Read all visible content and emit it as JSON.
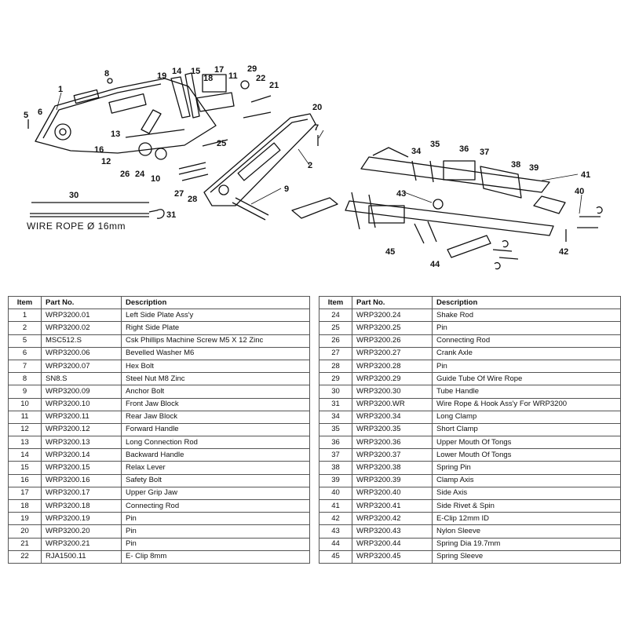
{
  "diagram": {
    "wire_rope_label": "WIRE ROPE Ø 16mm",
    "callouts": [
      "1",
      "2",
      "5",
      "6",
      "7",
      "8",
      "9",
      "10",
      "11",
      "12",
      "13",
      "14",
      "15",
      "16",
      "17",
      "18",
      "19",
      "20",
      "21",
      "22",
      "24",
      "25",
      "26",
      "27",
      "28",
      "29",
      "30",
      "31",
      "34",
      "35",
      "36",
      "37",
      "38",
      "39",
      "40",
      "41",
      "42",
      "43",
      "44",
      "45"
    ]
  },
  "table": {
    "headers": [
      "Item",
      "Part No.",
      "Description"
    ],
    "left_rows": [
      [
        "1",
        "WRP3200.01",
        "Left Side Plate Ass'y"
      ],
      [
        "2",
        "WRP3200.02",
        "Right Side Plate"
      ],
      [
        "5",
        "MSC512.S",
        "Csk Phillips Machine Screw M5 X 12 Zinc"
      ],
      [
        "6",
        "WRP3200.06",
        "Bevelled Washer M6"
      ],
      [
        "7",
        "WRP3200.07",
        "Hex Bolt"
      ],
      [
        "8",
        "SN8.S",
        "Steel Nut M8 Zinc"
      ],
      [
        "9",
        "WRP3200.09",
        "Anchor Bolt"
      ],
      [
        "10",
        "WRP3200.10",
        "Front Jaw Block"
      ],
      [
        "11",
        "WRP3200.11",
        "Rear Jaw Block"
      ],
      [
        "12",
        "WRP3200.12",
        "Forward Handle"
      ],
      [
        "13",
        "WRP3200.13",
        "Long Connection Rod"
      ],
      [
        "14",
        "WRP3200.14",
        "Backward Handle"
      ],
      [
        "15",
        "WRP3200.15",
        "Relax Lever"
      ],
      [
        "16",
        "WRP3200.16",
        "Safety Bolt"
      ],
      [
        "17",
        "WRP3200.17",
        "Upper Grip Jaw"
      ],
      [
        "18",
        "WRP3200.18",
        "Connecting Rod"
      ],
      [
        "19",
        "WRP3200.19",
        "Pin"
      ],
      [
        "20",
        "WRP3200.20",
        "Pin"
      ],
      [
        "21",
        "WRP3200.21",
        "Pin"
      ],
      [
        "22",
        "RJA1500.11",
        "E- Clip 8mm"
      ]
    ],
    "right_rows": [
      [
        "24",
        "WRP3200.24",
        "Shake Rod"
      ],
      [
        "25",
        "WRP3200.25",
        "Pin"
      ],
      [
        "26",
        "WRP3200.26",
        "Connecting Rod"
      ],
      [
        "27",
        "WRP3200.27",
        "Crank Axle"
      ],
      [
        "28",
        "WRP3200.28",
        "Pin"
      ],
      [
        "29",
        "WRP3200.29",
        "Guide Tube Of Wire Rope"
      ],
      [
        "30",
        "WRP3200.30",
        "Tube Handle"
      ],
      [
        "31",
        "WRP3200.WR",
        "Wire Rope & Hook Ass'y For WRP3200"
      ],
      [
        "34",
        "WRP3200.34",
        "Long Clamp"
      ],
      [
        "35",
        "WRP3200.35",
        "Short Clamp"
      ],
      [
        "36",
        "WRP3200.36",
        "Upper Mouth Of Tongs"
      ],
      [
        "37",
        "WRP3200.37",
        "Lower Mouth Of Tongs"
      ],
      [
        "38",
        "WRP3200.38",
        "Spring Pin"
      ],
      [
        "39",
        "WRP3200.39",
        "Clamp Axis"
      ],
      [
        "40",
        "WRP3200.40",
        "Side Axis"
      ],
      [
        "41",
        "WRP3200.41",
        "Side Rivet & Spin"
      ],
      [
        "42",
        "WRP3200.42",
        "E-Clip 12mm ID"
      ],
      [
        "43",
        "WRP3200.43",
        "Nylon Sleeve"
      ],
      [
        "44",
        "WRP3200.44",
        "Spring Dia 19.7mm"
      ],
      [
        "45",
        "WRP3200.45",
        "Spring Sleeve"
      ]
    ]
  }
}
